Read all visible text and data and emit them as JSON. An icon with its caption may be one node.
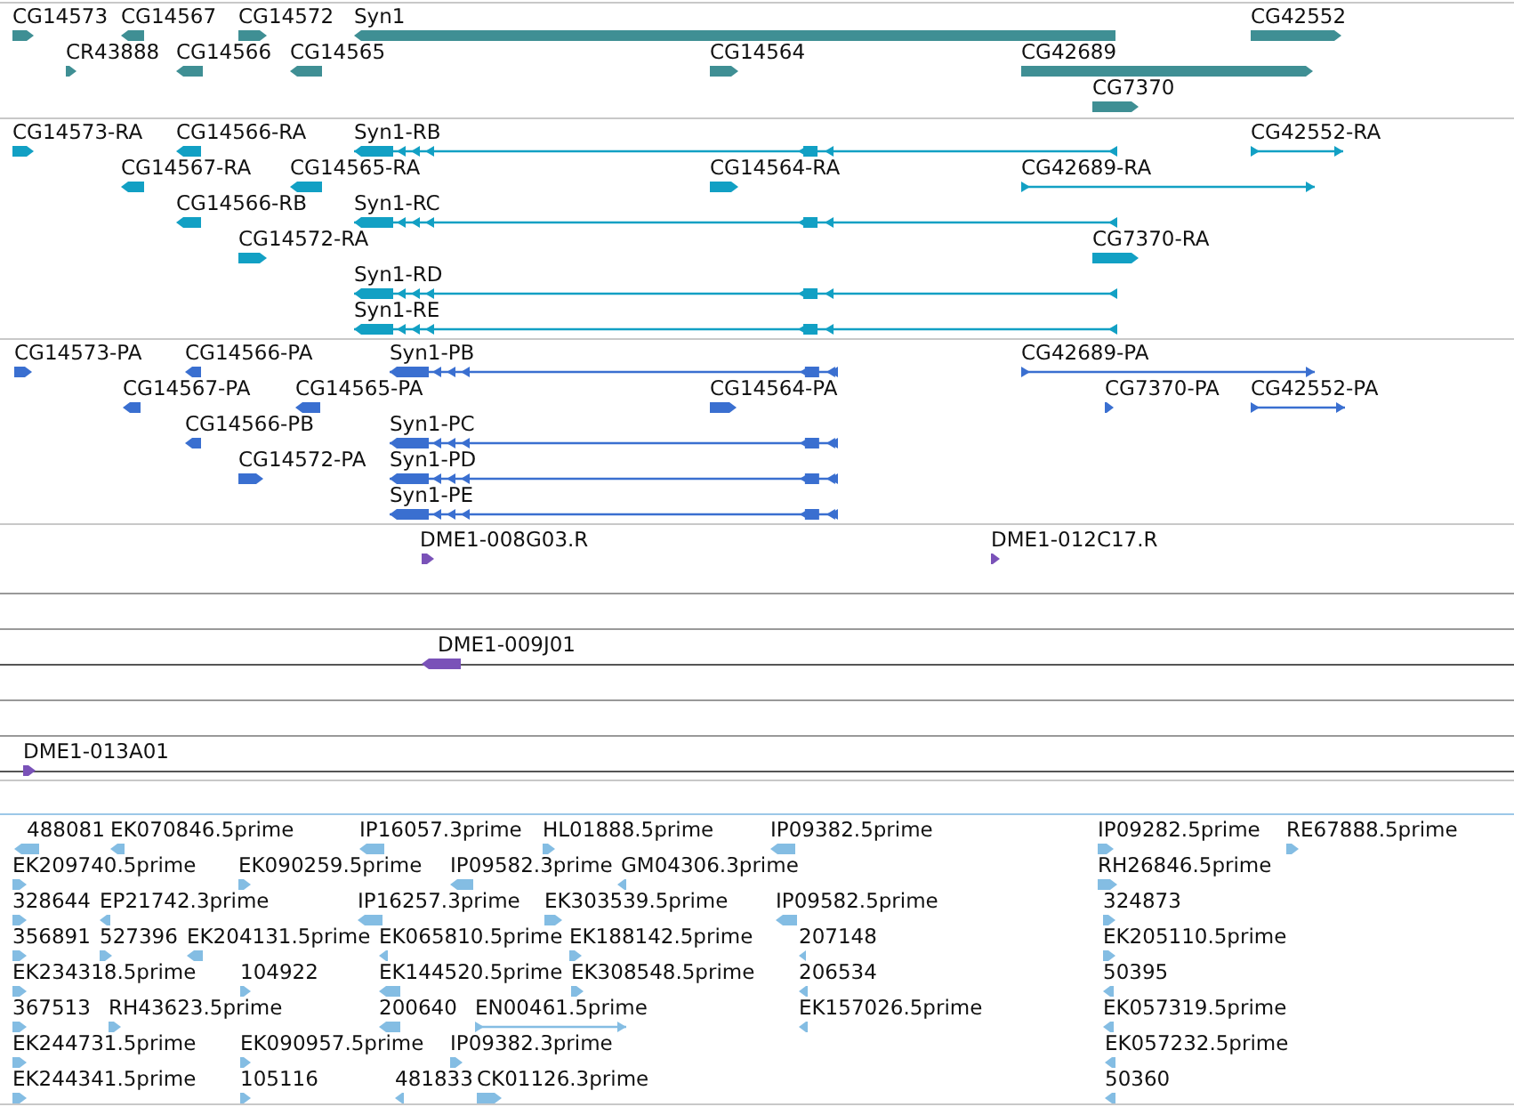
{
  "diagram": {
    "labels": [
      "CG14573",
      "CG14567",
      "CG14572",
      "Syn1",
      "CG42552",
      "CR43888",
      "CG14566",
      "CG14565",
      "CG14564",
      "CG42689",
      "CG7370",
      "CG14573-RA",
      "CG14566-RA",
      "Syn1-RB",
      "CG42552-RA",
      "CG14567-RA",
      "CG14565-RA",
      "CG14564-RA",
      "CG42689-RA",
      "CG14566-RB",
      "Syn1-RC",
      "CG14572-RA",
      "CG7370-RA",
      "Syn1-RD",
      "Syn1-RE",
      "CG14573-PA",
      "CG14566-PA",
      "Syn1-PB",
      "CG42689-PA",
      "CG14567-PA",
      "CG14565-PA",
      "CG14564-PA",
      "CG7370-PA",
      "CG42552-PA",
      "CG14566-PB",
      "Syn1-PC",
      "CG14572-PA",
      "Syn1-PD",
      "Syn1-PE",
      "DME1-008G03.R",
      "DME1-012C17.R",
      "DME1-009J01",
      "DME1-013A01",
      "488081",
      "EK070846.5prime",
      "IP16057.3prime",
      "HL01888.5prime",
      "IP09382.5prime",
      "IP09282.5prime",
      "RE67888.5prime",
      "EK209740.5prime",
      "EK090259.5prime",
      "IP09582.3prime",
      "GM04306.3prime",
      "RH26846.5prime",
      "328644",
      "EP21742.3prime",
      "IP16257.3prime",
      "EK303539.5prime",
      "IP09582.5prime",
      "324873",
      "356891",
      "527396",
      "EK204131.5prime",
      "EK065810.5prime",
      "EK188142.5prime",
      "207148",
      "EK205110.5prime",
      "EK234318.5prime",
      "104922",
      "EK144520.5prime",
      "EK308548.5prime",
      "206534",
      "50395",
      "367513",
      "RH43623.5prime",
      "200640",
      "EN00461.5prime",
      "EK157026.5prime",
      "EK057319.5prime",
      "EK244731.5prime",
      "EK090957.5prime",
      "IP09382.3prime",
      "EK057232.5prime",
      "EK244341.5prime",
      "105116",
      "481833",
      "CK01126.3prime",
      "50360"
    ]
  }
}
